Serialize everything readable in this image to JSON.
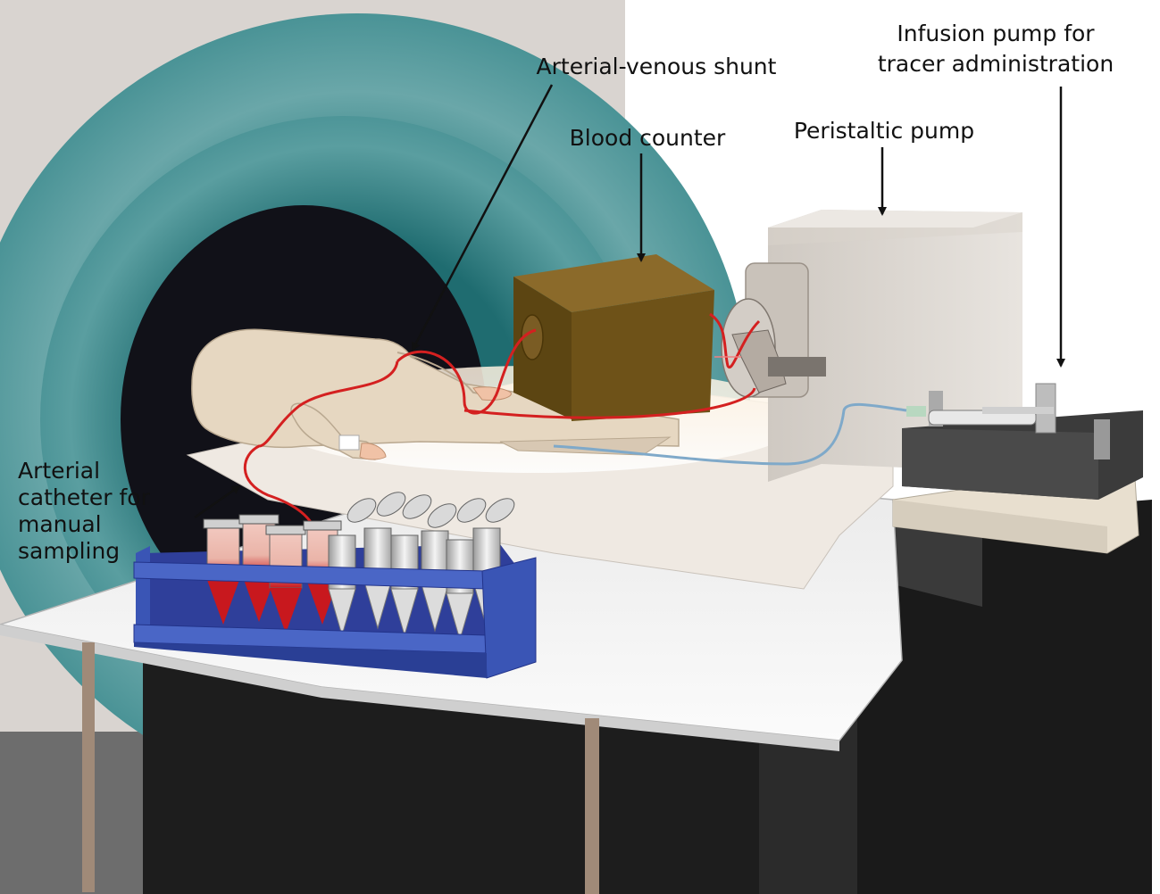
{
  "labels": {
    "infusion_pump_line1": "Infusion pump for",
    "infusion_pump_line2": "tracer administration",
    "av_shunt": "Arterial-venous shunt",
    "blood_counter": "Blood counter",
    "peristaltic_pump": "Peristaltic pump",
    "arterial_catheter_line1": "Arterial",
    "arterial_catheter_line2": "catheter for",
    "arterial_catheter_line3": "manual",
    "arterial_catheter_line4": "sampling"
  },
  "colors": {
    "scanner_teal": "#5a9ea0",
    "scanner_bore": "#101018",
    "blood_counter_brown": "#6e5218",
    "rack_blue": "#3a55b5",
    "blood_red": "#c8181e",
    "catheter_red": "#d42020",
    "skin": "#e8d8c2",
    "table_white": "#f7f7f7",
    "floor_dark": "#2a2a2a"
  },
  "icons": [
    "pet-scanner",
    "patient",
    "blood-counter",
    "peristaltic-pump",
    "syringe-infusion-pump",
    "sample-tube-rack"
  ]
}
